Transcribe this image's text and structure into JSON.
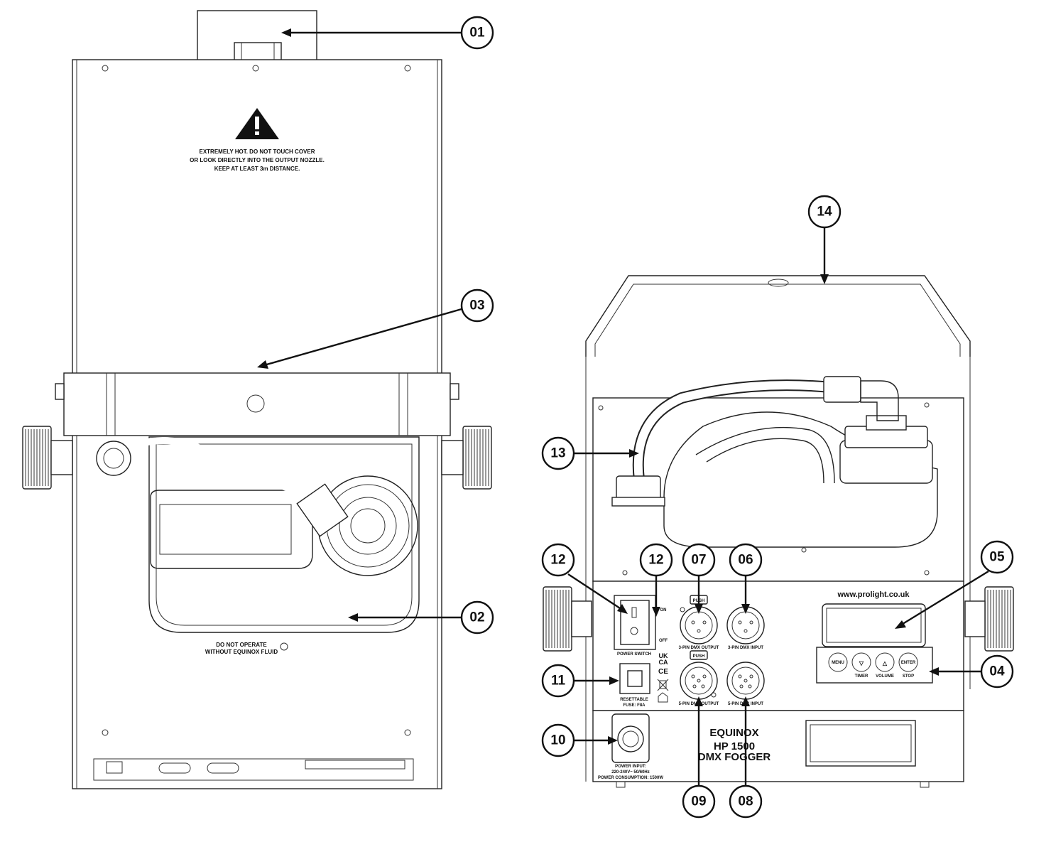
{
  "warning": {
    "line1": "EXTREMELY HOT. DO NOT TOUCH COVER",
    "line2": "OR LOOK DIRECTLY INTO THE OUTPUT NOZZLE.",
    "line3": "KEEP AT LEAST 3m DISTANCE."
  },
  "fluid_note": {
    "line1": "DO NOT OPERATE",
    "line2": "WITHOUT EQUINOX FLUID"
  },
  "rear_panel": {
    "website": "www.prolight.co.uk",
    "switch_on": "ON",
    "switch_off": "OFF",
    "power_switch": "POWER SWITCH",
    "fuse_line1": "RESETTABLE",
    "fuse_line2": "FUSE: F8A",
    "push": "PUSH",
    "dmx_3pin_out": "3-PIN DMX OUTPUT",
    "dmx_3pin_in": "3-PIN DMX INPUT",
    "dmx_5pin_out": "5-PIN DMX OUTPUT",
    "dmx_5pin_in": "5-PIN DMX INPUT",
    "power_line1": "POWER INPUT:",
    "power_line2": "220-240V~ 50/60Hz",
    "power_line3": "POWER CONSUMPTION: 1500W",
    "brand": "EQUINOX",
    "model": "HP 1500",
    "product": "DMX FOGGER",
    "cert_ukca_1": "UK",
    "cert_ukca_2": "CA",
    "cert_ce": "CE",
    "btn_menu": "MENU",
    "btn_enter": "ENTER",
    "lbl_timer": "TIMER",
    "lbl_volume": "VOLUME",
    "lbl_stop": "STOP"
  },
  "callouts": [
    "01",
    "02",
    "03",
    "04",
    "05",
    "06",
    "07",
    "08",
    "09",
    "10",
    "11",
    "12",
    "12",
    "13",
    "14"
  ]
}
